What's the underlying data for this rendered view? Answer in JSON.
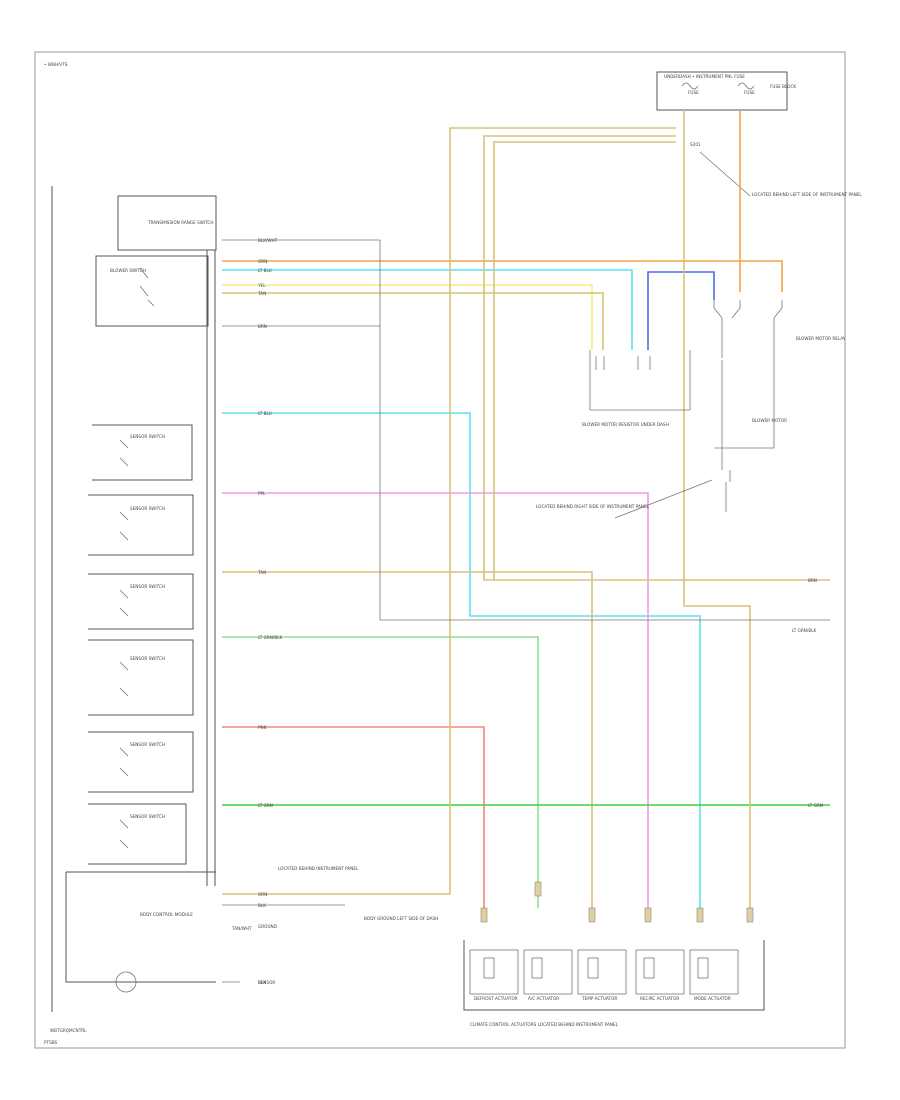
{
  "labels": {
    "top_left": "• WBH/VTS",
    "bottom_left": "WBTGRQMCNTRL",
    "bottom_left_tag": "PTSBS",
    "fuse_block": "UNDERDASH • INSTRUMENT PNL FUSE",
    "fuse_block_right": "FUSE BLOCK",
    "fuse_left": "FUSE",
    "fuse_right": "FUSE",
    "splice_top": "S201",
    "ground_note_top": "LOCATED BEHIND LEFT SIDE OF INSTRUMENT PANEL",
    "trans_range_switch": "TRANSMISSION RANGE SWITCH",
    "blower_switch_left": "BLOWER SWITCH",
    "blower_motor_resistor": "BLOWER MOTOR RESISTOR UNDER DASH",
    "blower_motor": "BLOWER MOTOR",
    "blower_relay": "BLOWER MOTOR RELAY",
    "ground_note_mid": "LOCATED BEHIND RIGHT SIDE OF INSTRUMENT PANEL",
    "ground_note_right": "BODY GROUND LEFT SIDE OF DASH",
    "ground_note_bottom": "LOCATED BEHIND INSTRUMENT PANEL",
    "bottom_module": "BODY CONTROL MODULE",
    "bottom_ground": "GROUND",
    "bottom_sensor": "SENSOR",
    "connector_group": "CLIMATE CONTROL ACTUATORS LOCATED BEHIND INSTRUMENT PANEL",
    "right_out_1": "BRN",
    "right_out_2": "LT GRN/BLK",
    "right_out_3": "LT GRN"
  },
  "switch_blocks": [
    {
      "name": "SENSOR SWITCH"
    },
    {
      "name": "SENSOR SWITCH"
    },
    {
      "name": "SENSOR SWITCH"
    },
    {
      "name": "SENSOR SWITCH"
    },
    {
      "name": "SENSOR SWITCH"
    },
    {
      "name": "SENSOR SWITCH"
    }
  ],
  "wire_labels": [
    {
      "text": "BLK/WHT"
    },
    {
      "text": "ORN"
    },
    {
      "text": "LT BLU"
    },
    {
      "text": "YEL"
    },
    {
      "text": "TAN"
    },
    {
      "text": "BRN"
    },
    {
      "text": "LT BLU"
    },
    {
      "text": "PPL"
    },
    {
      "text": "TAN"
    },
    {
      "text": "LT GRN/BLK"
    },
    {
      "text": "PNK"
    },
    {
      "text": "LT GRN"
    },
    {
      "text": "ORN"
    },
    {
      "text": "BLK"
    },
    {
      "text": "TAN/WHT"
    },
    {
      "text": "BLK"
    }
  ],
  "actuators": [
    {
      "name": "DEFROST ACTUATOR"
    },
    {
      "name": "A/C ACTUATOR"
    },
    {
      "name": "TEMP ACTUATOR"
    },
    {
      "name": "RECIRC ACTUATOR"
    },
    {
      "name": "MODE ACTUATOR"
    }
  ],
  "colors": {
    "orange": "#f4a24a",
    "light_blue": "#5fe1f0",
    "yellow": "#f3ee7a",
    "tan": "#d8c27a",
    "pink": "#f39af0",
    "light_green": "#8fe08f",
    "red_pink": "#f5857f",
    "green": "#3ed23e",
    "blue": "#4a6ee0",
    "black": "#555555"
  }
}
